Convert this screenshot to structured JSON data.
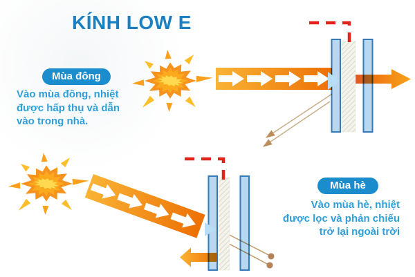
{
  "title": "KÍNH LOW E",
  "winter": {
    "badge_label": "Mùa đông",
    "description": "Vào mùa đông, nhiệt\nđược hấp thụ và dẫn\nvào trong nhà."
  },
  "summer": {
    "badge_label": "Mùa hè",
    "description": "Vào mùa hè, nhiệt\nđược lọc và phản chiếu\ntrở lại ngoài trời"
  },
  "colors": {
    "title_blue": "#1a80c2",
    "body_text_blue": "#2e9fd9",
    "badge_blue": "#1b8dcc",
    "beam_gradient_start": "#f9b335",
    "beam_gradient_end": "#ed7004",
    "transmitted_arrow_start": "#e24b28",
    "transmitted_arrow_end": "#f7a21a",
    "reflected_arrow_start": "#fbb331",
    "reflected_arrow_end": "#ee7107",
    "sun_outer_orange": "#f6921e",
    "sun_mid_orange": "#fba91d",
    "sun_core_yellow": "#ffd94f",
    "sun_ray_orange": "#f9a11c",
    "glass_fill_blue": "#b9d8f0",
    "glass_border_blue": "#3579b8",
    "coating_hatch_bg": "#f4f4ec",
    "coating_hatch_line": "#d9d9ce",
    "callout_red": "#e0231b",
    "entry_triangle_blue": "#b9ddf4"
  },
  "icons": {
    "sun": "starburst-shape",
    "heat_flow": "white-chevron-arrows",
    "coating_callout": "red-dashed-bracket",
    "low_e_coating": "hatched-layer"
  }
}
